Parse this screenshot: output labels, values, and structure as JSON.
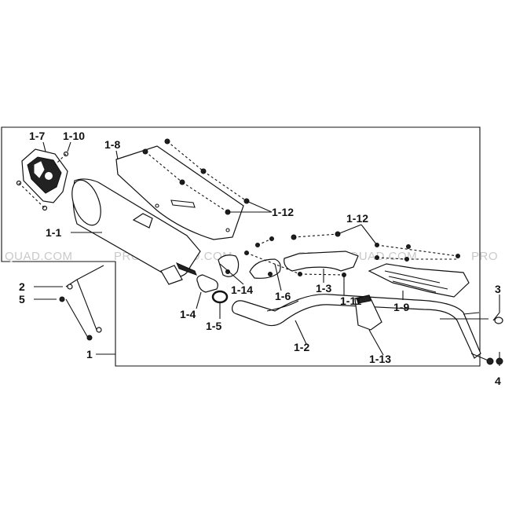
{
  "watermark": {
    "segments": [
      "QUAD.COM",
      "PROMO-QUAD.COM",
      "PROMO-QUAD.COM",
      "PRO"
    ]
  },
  "labels": {
    "l_1_7": "1-7",
    "l_1_10": "1-10",
    "l_1_8": "1-8",
    "l_1_12a": "1-12",
    "l_1_12b": "1-12",
    "l_1_1": "1-1",
    "l_2": "2",
    "l_5": "5",
    "l_1": "1",
    "l_1_14": "1-14",
    "l_1_6": "1-6",
    "l_1_3": "1-3",
    "l_1_11": "1-11",
    "l_1_9": "1-9",
    "l_3": "3",
    "l_4a": "1-4",
    "l_1_5": "1-5",
    "l_1_2": "1-2",
    "l_1_13": "1-13",
    "l_4b": "4"
  }
}
